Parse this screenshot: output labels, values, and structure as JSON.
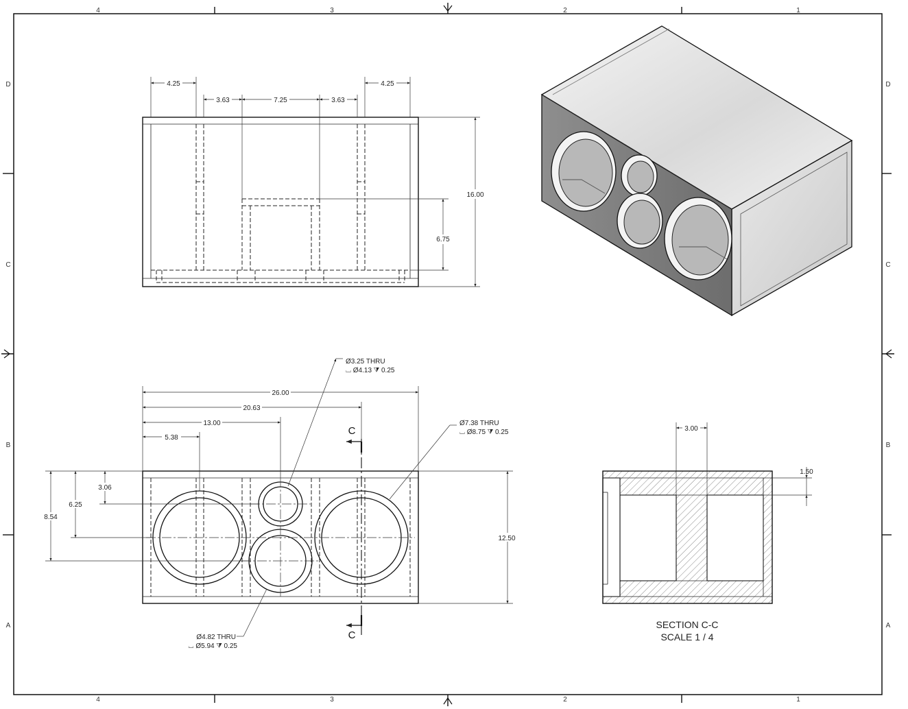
{
  "border": {
    "zones_x": [
      "4",
      "3",
      "2",
      "1"
    ],
    "zones_y": [
      "D",
      "C",
      "B",
      "A"
    ]
  },
  "front_view": {
    "dims": [
      "4.25",
      "4.25",
      "3.63",
      "7.25",
      "3.63",
      "16.00",
      "6.75"
    ]
  },
  "top_view": {
    "dims": [
      "26.00",
      "20.63",
      "13.00",
      "5.38",
      "3.06",
      "6.25",
      "8.54",
      "12.50"
    ],
    "callouts": [
      {
        "line1": "Ø3.25 THRU",
        "line2": "⌴ Ø4.13 ⧩ 0.25"
      },
      {
        "line1": "Ø7.38 THRU",
        "line2": "⌴ Ø8.75 ⧩ 0.25"
      },
      {
        "line1": "Ø4.82 THRU",
        "line2": "⌴ Ø5.94 ⧩ 0.25"
      }
    ],
    "cut_label": "C"
  },
  "section": {
    "dims": [
      "3.00",
      "1.50"
    ],
    "title": "SECTION  C-C",
    "scale": "SCALE 1 / 4"
  }
}
